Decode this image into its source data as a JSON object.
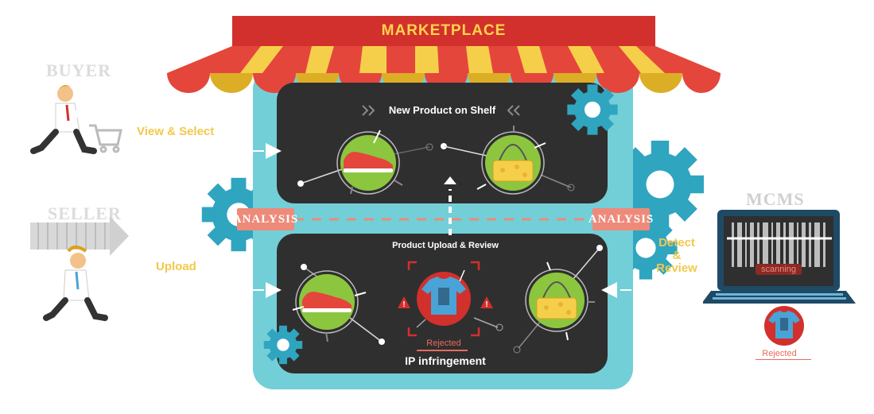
{
  "marketplace": {
    "title": "MARKETPLACE"
  },
  "buyer": {
    "label": "BUYER",
    "action": "View & Select"
  },
  "seller": {
    "label": "SELLER",
    "action": "Upload"
  },
  "mcms": {
    "label": "MCMS",
    "action": "Detect\n&\nReview",
    "scanning_label": "scanning",
    "rejected_label": "Rejected"
  },
  "top_panel": {
    "title": "New Product on Shelf"
  },
  "bottom_panel": {
    "title": "Product Upload & Review",
    "rejected_label": "Rejected",
    "footer": "IP infringement"
  },
  "analysis_left": "ANALYSIS",
  "analysis_right": "ANALYSIS",
  "colors": {
    "teal": "#72cfd8",
    "panel": "#2f2f2f",
    "awning_red": "#e4463c",
    "awning_yellow": "#f6cf4a",
    "banner": "#d2302c",
    "green": "#8cc63f",
    "label_yellow": "#f2c84b",
    "analysis": "#ee8a7a",
    "gear": "#2fa5c0"
  }
}
